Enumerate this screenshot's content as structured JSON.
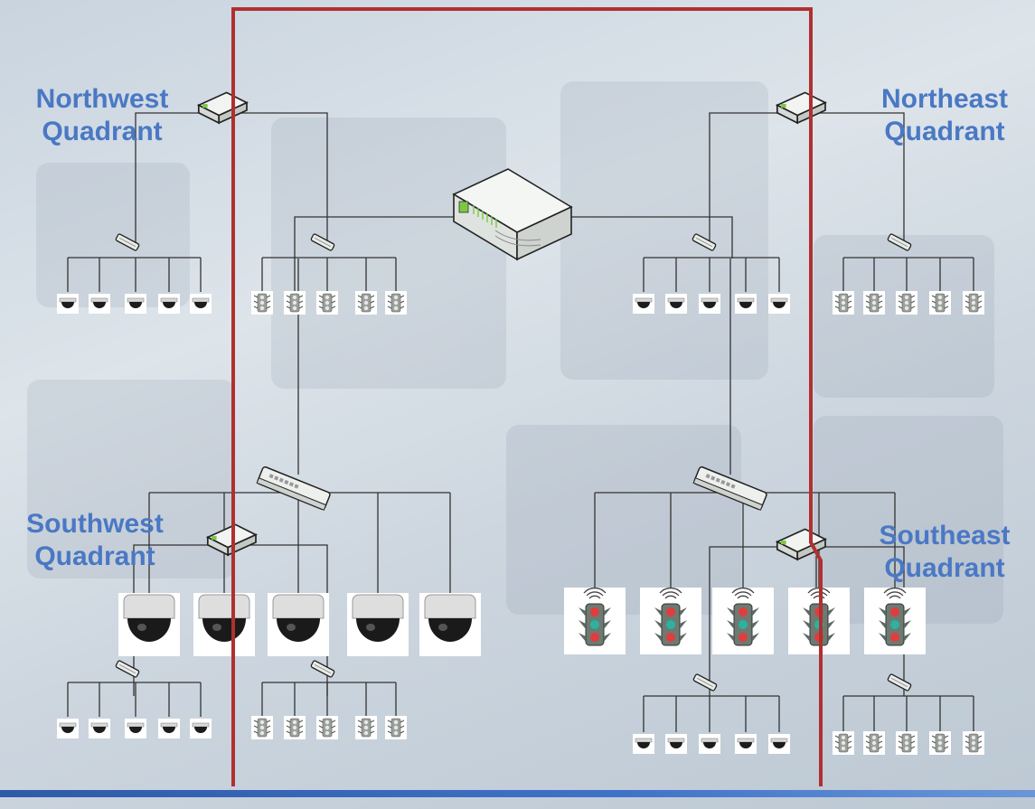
{
  "labels": {
    "northwest": "Northwest\nQuadrant",
    "northeast": "Northeast\nQuadrant",
    "southwest": "Southwest\nQuadrant",
    "southeast": "Southeast\nQuadrant"
  },
  "colors": {
    "label": "#4a78c4",
    "highlight_frame": "#b03030",
    "wire": "#333333",
    "bottom_bar": "#3f72c9"
  },
  "devices": {
    "core_switch": "core-switch-icon",
    "router": "router-icon",
    "hub": "hub-icon",
    "camera": "dome-camera-icon",
    "traffic_light": "traffic-light-icon"
  }
}
